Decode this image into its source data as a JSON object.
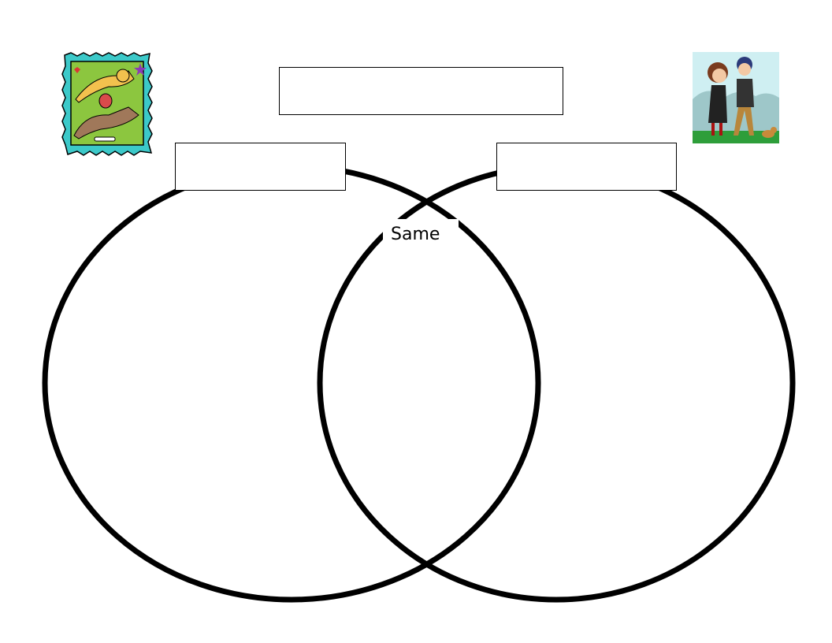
{
  "diagram": {
    "type": "venn",
    "overlap_label": "Same",
    "title_box_value": "",
    "left_box_value": "",
    "right_box_value": ""
  },
  "images": {
    "left": "cat-and-dog-clipart",
    "right": "couple-walking-dog-clipart"
  },
  "colors": {
    "stroke": "#000000",
    "background": "#ffffff"
  }
}
